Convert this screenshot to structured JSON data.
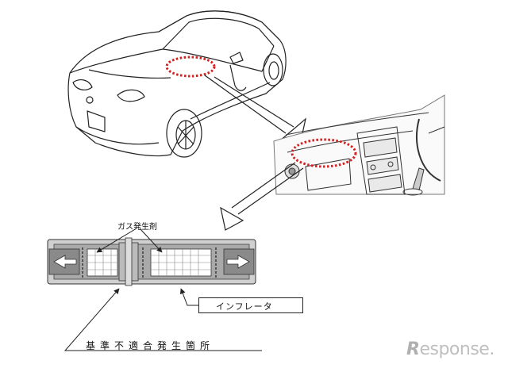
{
  "labels": {
    "gas_generant": "ガス発生剤",
    "inflator": "インフレータ",
    "noncompliance_location": "基準不適合発生箇所"
  },
  "watermark": {
    "text": "Response."
  },
  "colors": {
    "highlight": "#d42020",
    "line": "#222222",
    "inflator_body": "#bdbdbd"
  },
  "icons": [
    "car-illustration",
    "dashboard-illustration",
    "inflator-illustration",
    "arrow-icon"
  ]
}
